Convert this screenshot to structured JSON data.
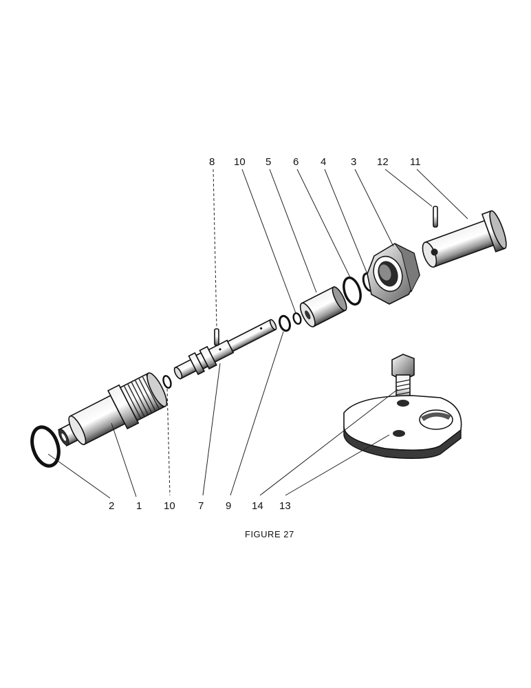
{
  "figure": {
    "caption": "FIGURE 27",
    "callouts": {
      "top": [
        "8",
        "10",
        "5",
        "6",
        "4",
        "3",
        "12",
        "11"
      ],
      "bottom": [
        "2",
        "1",
        "10",
        "7",
        "9",
        "14",
        "13"
      ]
    }
  },
  "colors": {
    "ink": "#111111",
    "paper": "#ffffff",
    "shade": "#bdbdbd"
  }
}
